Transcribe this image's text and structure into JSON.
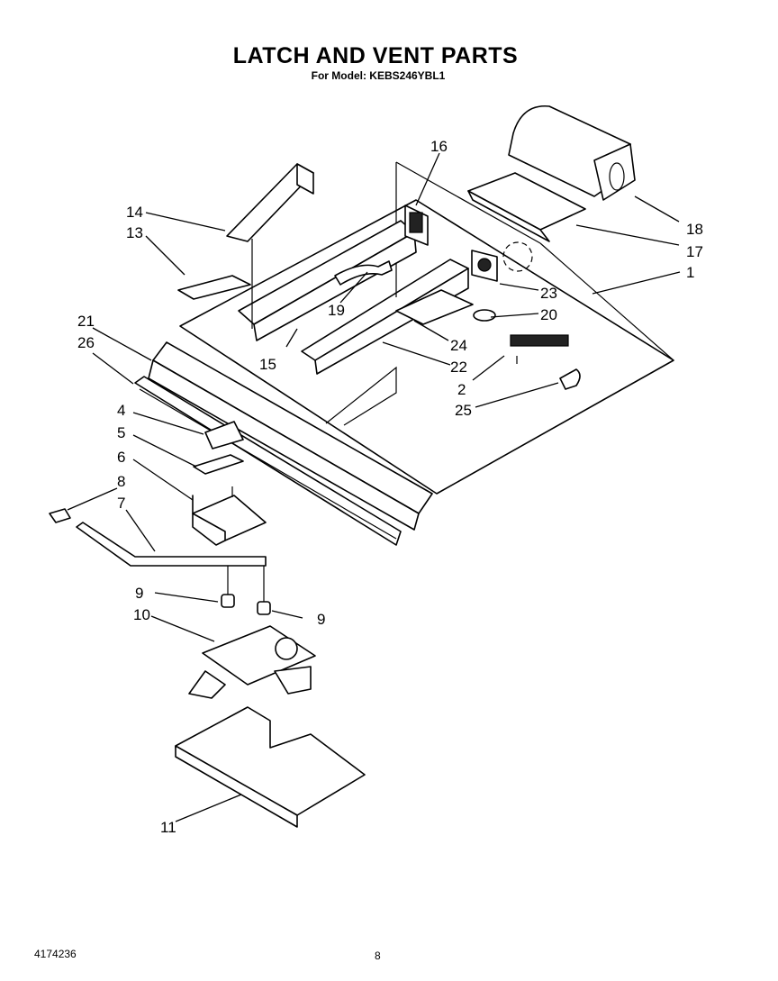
{
  "header": {
    "title": "LATCH AND VENT PARTS",
    "subtitle": "For Model: KEBS246YBL1"
  },
  "callouts": {
    "c1": "1",
    "c2": "2",
    "c4": "4",
    "c5": "5",
    "c6": "6",
    "c7": "7",
    "c8": "8",
    "c9a": "9",
    "c9b": "9",
    "c10": "10",
    "c11": "11",
    "c13": "13",
    "c14": "14",
    "c15": "15",
    "c16": "16",
    "c17": "17",
    "c18": "18",
    "c19": "19",
    "c20": "20",
    "c21": "21",
    "c22": "22",
    "c23": "23",
    "c24": "24",
    "c25": "25",
    "c26": "26"
  },
  "footer": {
    "doc_number": "4174236",
    "page_number": "8"
  }
}
